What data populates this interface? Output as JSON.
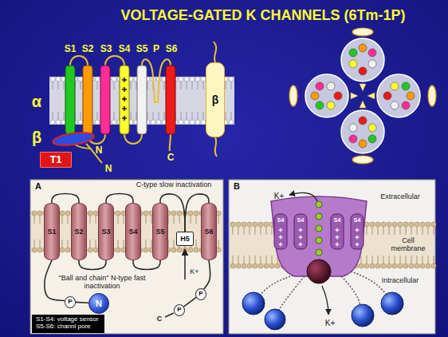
{
  "diagram": {
    "title": "VOLTAGE-GATED K CHANNELS (6Tm-1P)",
    "nodes": [
      {
        "text": [
          "β"
        ]
      },
      {
        "text": [
          "T1"
        ]
      },
      {
        "text": [
          "A"
        ]
      },
      {
        "text": [
          "S1"
        ],
        "in": 2
      },
      {
        "text": [
          "S2"
        ],
        "in": 2
      },
      {
        "text": [
          "S3"
        ],
        "in": 2
      },
      {
        "text": [
          "S4"
        ],
        "in": 2
      },
      {
        "text": [
          "S5"
        ],
        "in": 2
      },
      {
        "text": [
          "H5"
        ],
        "in": 2
      },
      {
        "text": [
          "S6"
        ],
        "in": 2
      },
      {
        "text": [
          "P"
        ],
        "in": 2
      },
      {
        "text": [
          "N"
        ],
        "in": 2
      },
      {
        "text": [
          "P"
        ],
        "in": 2
      },
      {
        "text": [
          "P"
        ],
        "in": 2
      },
      {
        "text": [
          "S1-S4: voltage sensor",
          "S5-S6: channl pore"
        ],
        "in": 2
      },
      {
        "text": [
          "B"
        ]
      }
    ],
    "edges": [
      {
        "from": 3,
        "to": 4,
        "arrow": "none"
      },
      {
        "from": 4,
        "to": 5,
        "arrow": "none"
      },
      {
        "from": 5,
        "to": 6,
        "arrow": "none"
      },
      {
        "from": 6,
        "to": 7,
        "arrow": "none"
      },
      {
        "from": 7,
        "to": 8,
        "arrow": "none"
      },
      {
        "from": 8,
        "to": 9,
        "arrow": "none"
      },
      {
        "from": 3,
        "to": 10,
        "arrow": "none"
      },
      {
        "from": 10,
        "to": 11,
        "arrow": "none"
      },
      {
        "from": 9,
        "to": 12,
        "arrow": "none"
      },
      {
        "from": 12,
        "to": 13,
        "arrow": "none"
      }
    ],
    "labels": [
      "S1",
      "S2",
      "S3",
      "S4",
      "S5",
      "P",
      "S6",
      "α",
      "β",
      "N",
      "N",
      "C",
      "C-type slow inactivation",
      "K+",
      "\"Ball and chain\" N-type fast inactivation",
      "C",
      "K+",
      "S4",
      "S4",
      "S4",
      "S4",
      "Extracellular",
      "Cell membrane",
      "Intracellular",
      "K+"
    ]
  }
}
